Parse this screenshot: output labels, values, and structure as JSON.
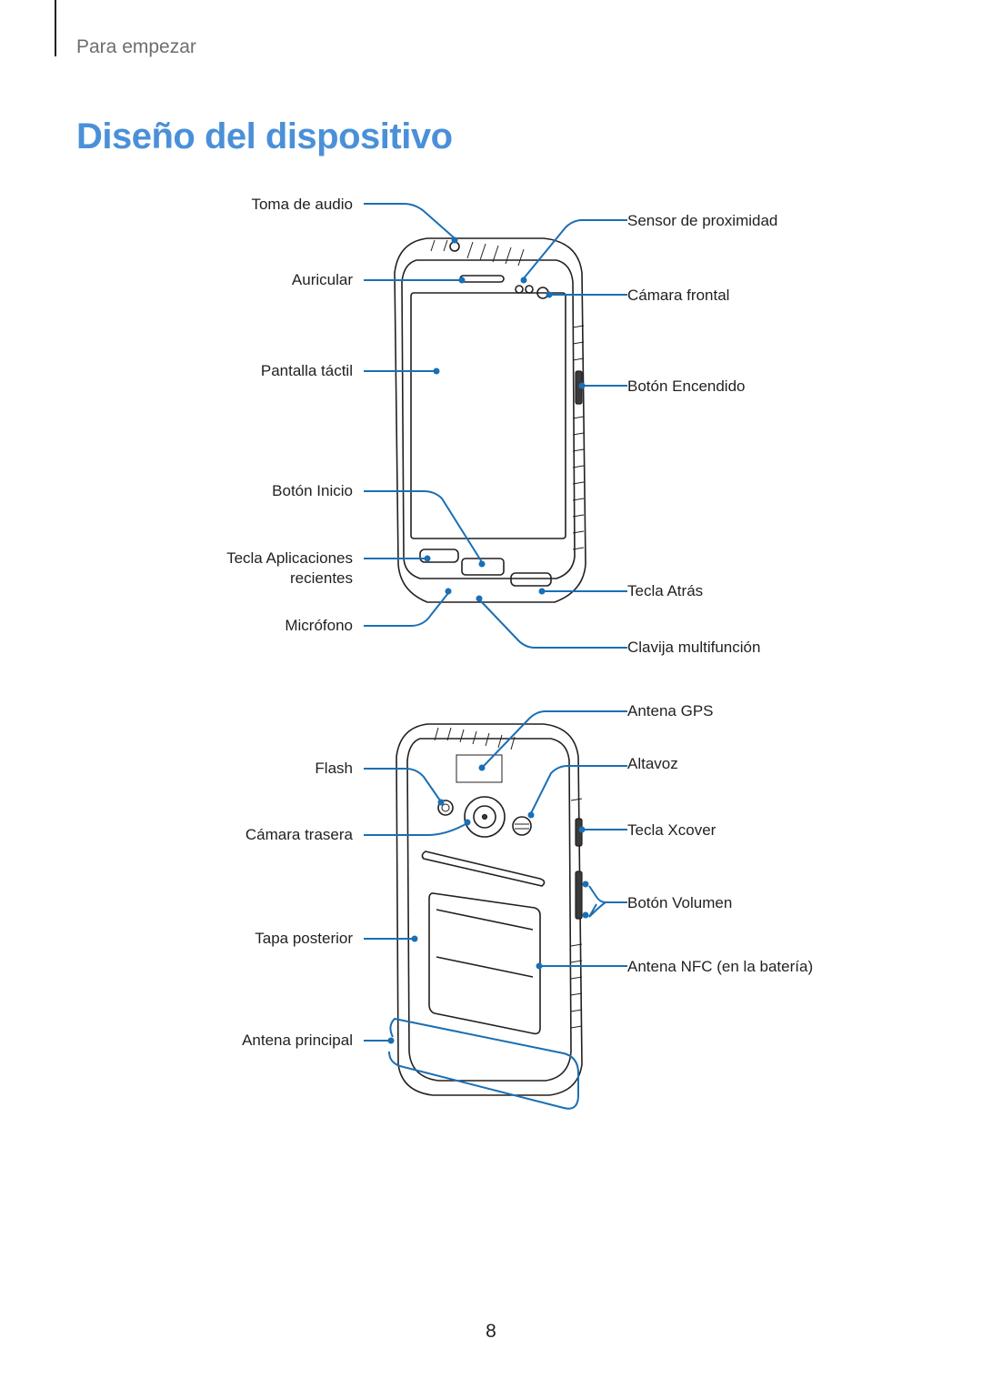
{
  "header": {
    "section": "Para empezar"
  },
  "title": "Diseño del dispositivo",
  "front_labels": {
    "audio_jack": "Toma de audio",
    "earpiece": "Auricular",
    "touchscreen": "Pantalla táctil",
    "home_button": "Botón Inicio",
    "recent_apps_1": "Tecla Aplicaciones",
    "recent_apps_2": "recientes",
    "microphone": "Micrófono",
    "proximity_sensor": "Sensor de proximidad",
    "front_camera": "Cámara frontal",
    "power_button": "Botón Encendido",
    "back_key": "Tecla Atrás",
    "multipurpose_jack": "Clavija multifunción"
  },
  "back_labels": {
    "flash": "Flash",
    "rear_camera": "Cámara trasera",
    "back_cover": "Tapa posterior",
    "main_antenna": "Antena principal",
    "gps_antenna": "Antena GPS",
    "speaker": "Altavoz",
    "xcover_key": "Tecla Xcover",
    "volume_button": "Botón Volumen",
    "nfc_antenna": "Antena NFC (en la batería)"
  },
  "page_number": "8"
}
